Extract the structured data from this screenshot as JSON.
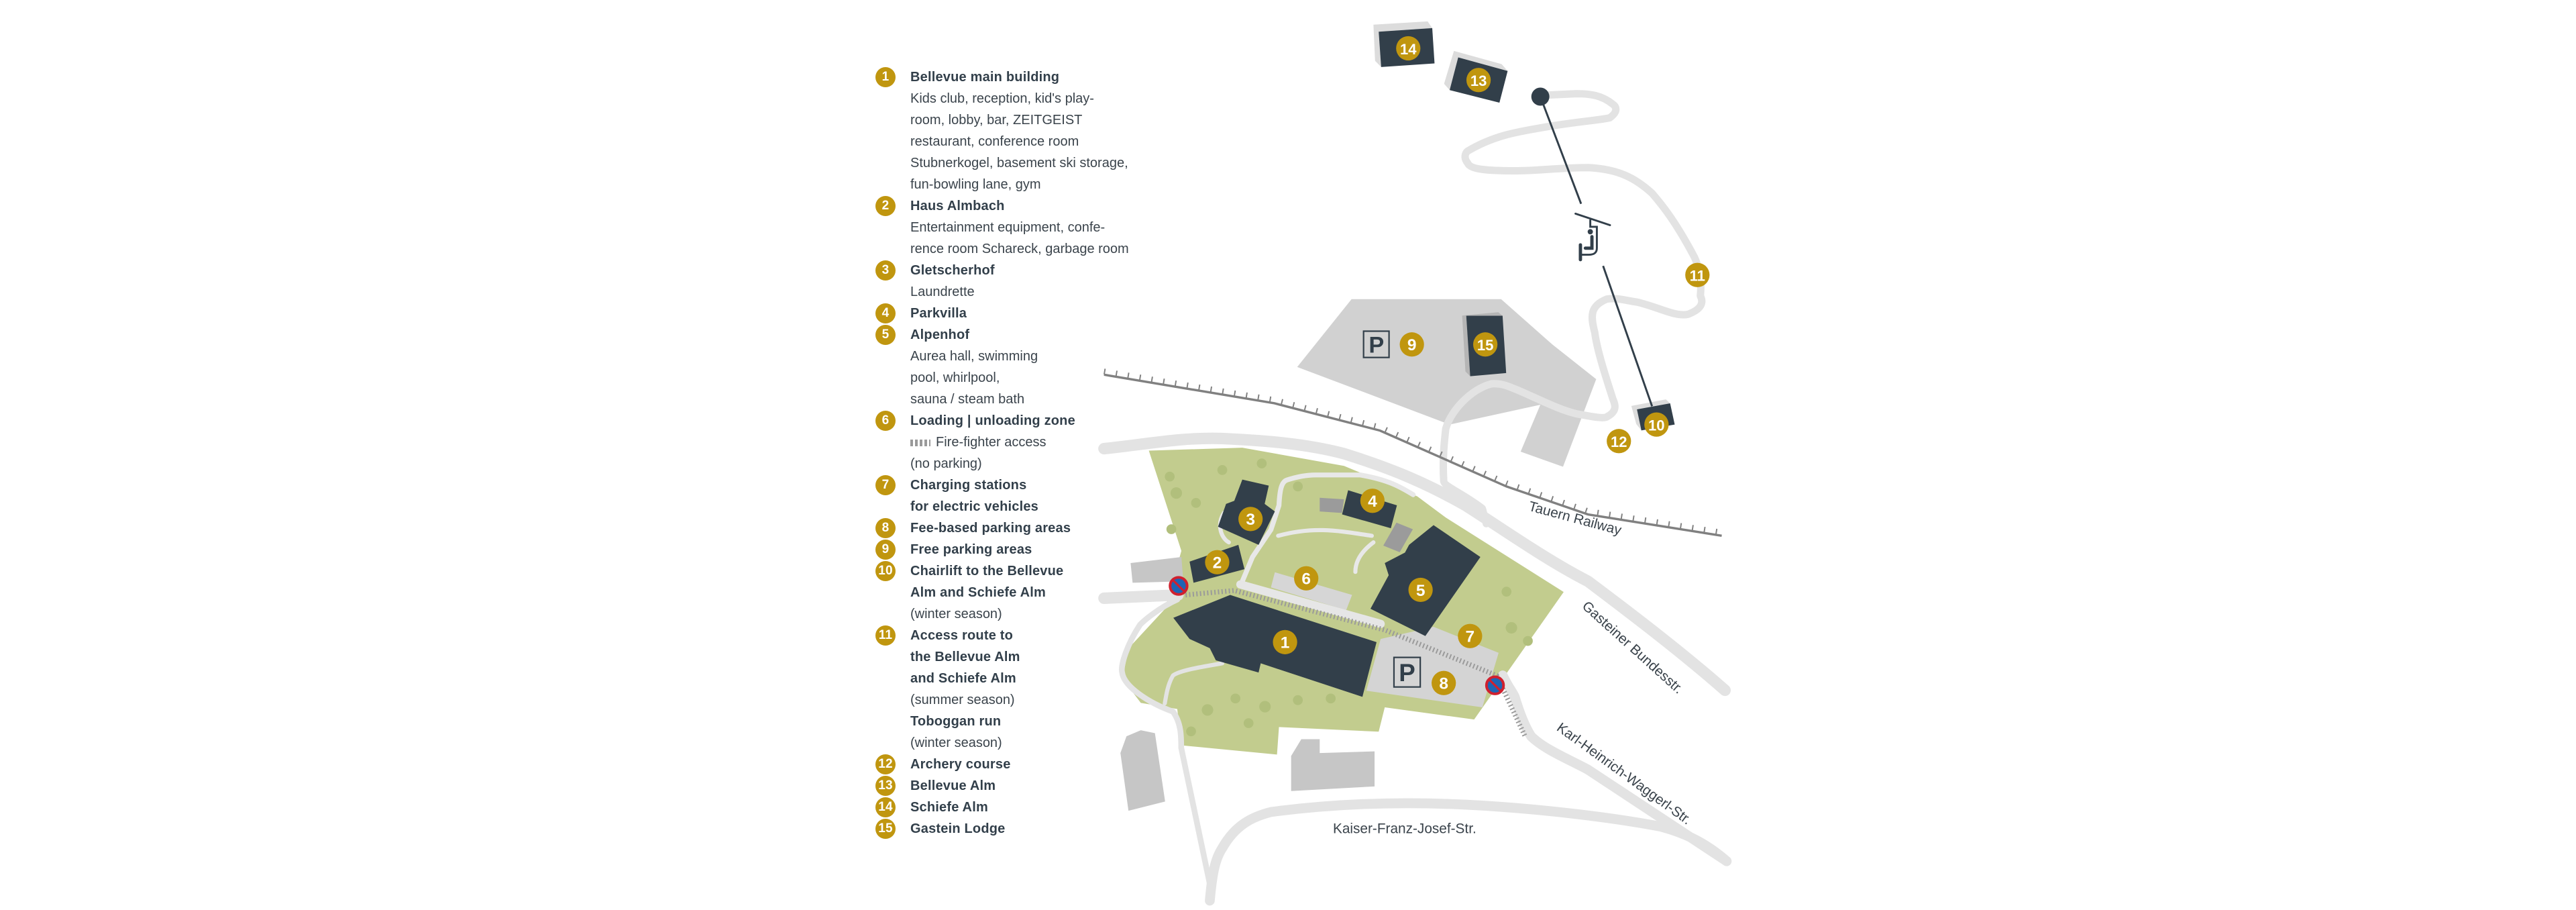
{
  "colors": {
    "green": "#c2cc8e",
    "building": "#323f4a",
    "marker": "#c0960f",
    "road": "#e3e3e3",
    "parking": "#d1d1d1"
  },
  "legend": [
    {
      "number": "1",
      "lines": [
        {
          "text": "Bellevue main building",
          "bold": true
        },
        {
          "text": "Kids club, reception, kid's play-"
        },
        {
          "text": "room, lobby, bar, ZEITGEIST"
        },
        {
          "text": "restaurant, conference room"
        },
        {
          "text": "Stubnerkogel, basement ski storage,"
        },
        {
          "text": "fun-bowling lane, gym"
        }
      ]
    },
    {
      "number": "2",
      "lines": [
        {
          "text": "Haus Almbach",
          "bold": true
        },
        {
          "text": "Entertainment equipment, confe-"
        },
        {
          "text": "rence room Schareck, garbage room"
        }
      ]
    },
    {
      "number": "3",
      "lines": [
        {
          "text": "Gletscherhof",
          "bold": true
        },
        {
          "text": "Laundrette"
        }
      ]
    },
    {
      "number": "4",
      "lines": [
        {
          "text": "Parkvilla",
          "bold": true
        }
      ]
    },
    {
      "number": "5",
      "lines": [
        {
          "text": "Alpenhof",
          "bold": true
        },
        {
          "text": "Aurea hall, swimming"
        },
        {
          "text": "pool, whirlpool,"
        },
        {
          "text": "sauna / steam bath"
        }
      ]
    },
    {
      "number": "6",
      "lines": [
        {
          "text": "Loading | unloading zone",
          "bold": true
        },
        {
          "text": "Fire-fighter access",
          "icon": "hatch-icon"
        },
        {
          "text": "(no parking)"
        }
      ]
    },
    {
      "number": "7",
      "lines": [
        {
          "text": "Charging stations",
          "bold": true
        },
        {
          "text": "for electric vehicles",
          "bold": true
        }
      ]
    },
    {
      "number": "8",
      "lines": [
        {
          "text": "Fee-based parking areas",
          "bold": true
        }
      ]
    },
    {
      "number": "9",
      "lines": [
        {
          "text": "Free parking areas",
          "bold": true
        }
      ]
    },
    {
      "number": "10",
      "lines": [
        {
          "text": "Chairlift to the Bellevue",
          "bold": true
        },
        {
          "text": "Alm and Schiefe Alm",
          "bold": true
        },
        {
          "text": "(winter season)"
        }
      ]
    },
    {
      "number": "11",
      "lines": [
        {
          "text": "Access route to",
          "bold": true
        },
        {
          "text": "the Bellevue Alm",
          "bold": true
        },
        {
          "text": "and Schiefe Alm",
          "bold": true
        },
        {
          "text": "(summer season)"
        },
        {
          "text": "Toboggan run",
          "bold": true
        },
        {
          "text": "(winter season)"
        }
      ]
    },
    {
      "number": "12",
      "lines": [
        {
          "text": "Archery course",
          "bold": true
        }
      ]
    },
    {
      "number": "13",
      "lines": [
        {
          "text": "Bellevue Alm",
          "bold": true
        }
      ]
    },
    {
      "number": "14",
      "lines": [
        {
          "text": "Schiefe Alm",
          "bold": true
        }
      ]
    },
    {
      "number": "15",
      "lines": [
        {
          "text": "Gastein Lodge",
          "bold": true
        }
      ]
    }
  ],
  "map": {
    "parking_sign": "P",
    "streets": {
      "railway": "Tauern Railway",
      "gasteiner": "Gasteiner Bundesstr.",
      "waggerl": "Karl-Heinrich-Waggerl-Str.",
      "kaiser": "Kaiser-Franz-Josef-Str."
    }
  }
}
